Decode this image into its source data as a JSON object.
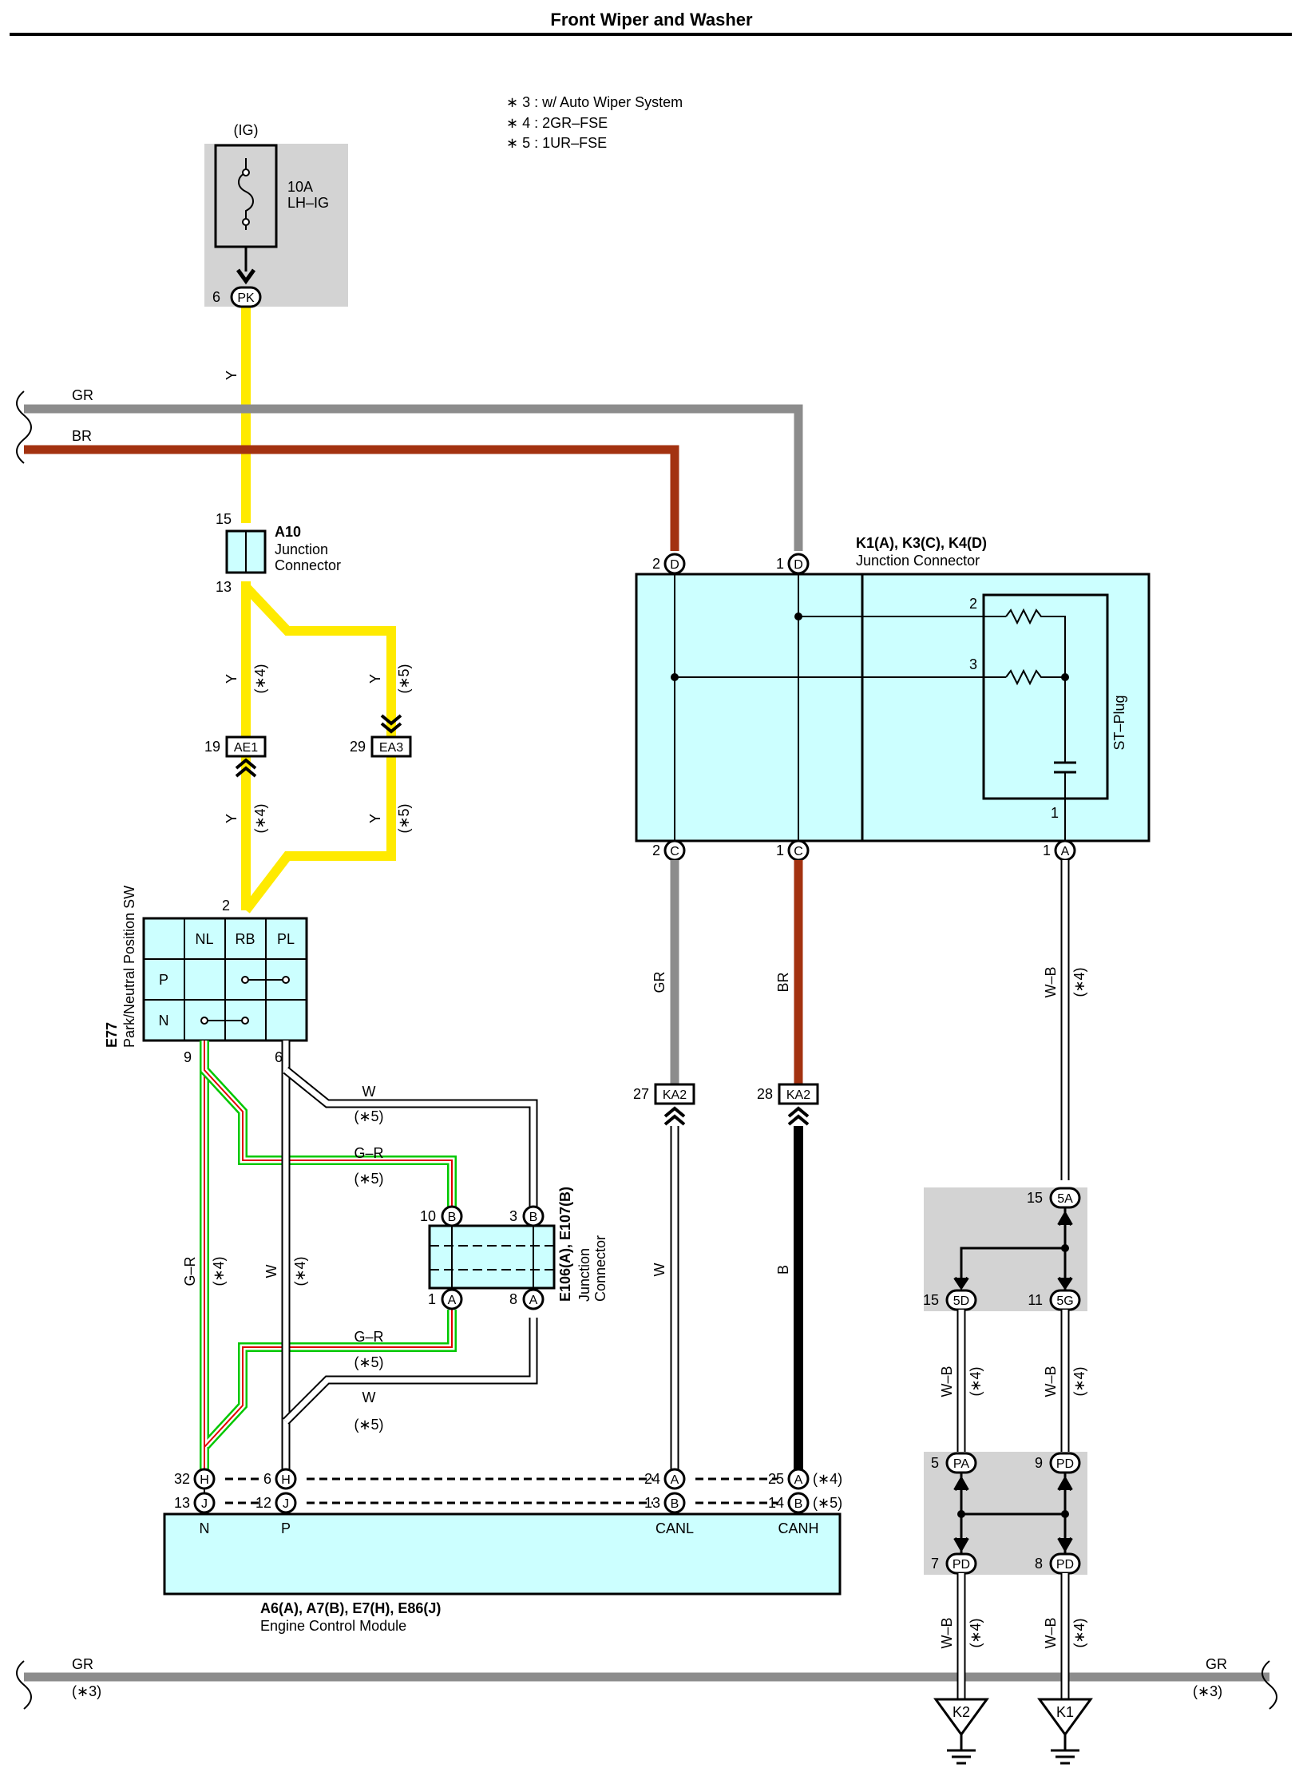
{
  "title": "Front Wiper and Washer",
  "notes": [
    "∗ 3 : w/ Auto Wiper System",
    "∗ 4 : 2GR–FSE",
    "∗ 5 : 1UR–FSE"
  ],
  "fuse": {
    "source": "(IG)",
    "rating": "10A",
    "name": "LH–IG",
    "pin": "6",
    "connector": "PK"
  },
  "buses": {
    "gr": "GR",
    "br": "BR",
    "note3": "(∗3)"
  },
  "wire_colors": {
    "y": "Y",
    "w": "W",
    "b": "B",
    "gr": "GR",
    "br": "BR",
    "gr_r": "G–R",
    "w_b": "W–B"
  },
  "notes_short": {
    "n4": "(∗4)",
    "n5": "(∗5)"
  },
  "a10": {
    "id": "A10",
    "name1": "Junction",
    "name2": "Connector",
    "pin_top": "15",
    "pin_bottom": "13"
  },
  "ae1": {
    "pin": "19",
    "code": "AE1"
  },
  "ea3": {
    "pin": "29",
    "code": "EA3"
  },
  "e77": {
    "id": "E77",
    "name": "Park/Neutral Position SW",
    "pin_top": "2",
    "pin_left": "9",
    "pin_right": "6",
    "cols": [
      "NL",
      "RB",
      "PL"
    ],
    "rows": [
      "P",
      "N"
    ]
  },
  "e106": {
    "id": "E106(A), E107(B)",
    "name1": "Junction",
    "name2": "Connector",
    "pins": {
      "tl": "10",
      "tr": "3",
      "bl": "1",
      "br": "8"
    },
    "codes": {
      "tl": "B",
      "tr": "B",
      "bl": "A",
      "br": "A"
    }
  },
  "k1": {
    "id": "K1(A), K3(C), K4(D)",
    "name": "Junction Connector",
    "plug": "ST–Plug",
    "top_pins": [
      {
        "pin": "2",
        "code": "D"
      },
      {
        "pin": "1",
        "code": "D"
      }
    ],
    "bottom_pins": [
      {
        "pin": "2",
        "code": "C"
      },
      {
        "pin": "1",
        "code": "C"
      },
      {
        "pin": "1",
        "code": "A"
      }
    ],
    "inner": [
      "2",
      "3",
      "1"
    ]
  },
  "ka2": [
    {
      "pin": "27",
      "code": "KA2"
    },
    {
      "pin": "28",
      "code": "KA2"
    }
  ],
  "ecm": {
    "id": "A6(A), A7(B), E7(H), E86(J)",
    "name": "Engine Control Module",
    "pins_row1": [
      {
        "pin": "32",
        "code": "H"
      },
      {
        "pin": "6",
        "code": "H"
      },
      {
        "pin": "24",
        "code": "A"
      },
      {
        "pin": "25",
        "code": "A"
      }
    ],
    "pins_row2": [
      {
        "pin": "13",
        "code": "J"
      },
      {
        "pin": "12",
        "code": "J"
      },
      {
        "pin": "13",
        "code": "B"
      },
      {
        "pin": "14",
        "code": "B"
      }
    ],
    "terminals": [
      "N",
      "P",
      "CANL",
      "CANH"
    ],
    "note_r1": "(∗4)",
    "note_r2": "(∗5)"
  },
  "splices": {
    "s5a": {
      "pin": "15",
      "code": "5A"
    },
    "s5d": {
      "pin": "15",
      "code": "5D"
    },
    "s5g": {
      "pin": "11",
      "code": "5G"
    },
    "spa": {
      "pin": "5",
      "code": "PA"
    },
    "spd1": {
      "pin": "9",
      "code": "PD"
    },
    "spd2": {
      "pin": "7",
      "code": "PD"
    },
    "spd3": {
      "pin": "8",
      "code": "PD"
    }
  },
  "grounds": [
    "K2",
    "K1"
  ],
  "colors": {
    "yellow": "#ffea00",
    "gray": "#8c8c8c",
    "brown": "#a33210",
    "green": "#00c800",
    "red": "#e00000",
    "cyan_fill": "#ccffff",
    "gray_fill": "#d3d3d3",
    "black": "#000000"
  }
}
